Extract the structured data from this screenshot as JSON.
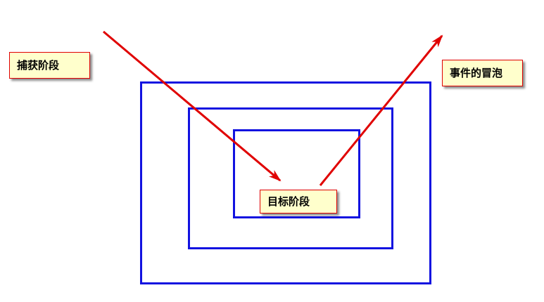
{
  "labels": {
    "capture": "捕获阶段",
    "bubble": "事件的冒泡",
    "target": "目标阶段"
  },
  "colors": {
    "box_border": "#1212e0",
    "arrow": "#e00000",
    "label_bg": "#ffffcc",
    "label_border": "#e00000"
  }
}
